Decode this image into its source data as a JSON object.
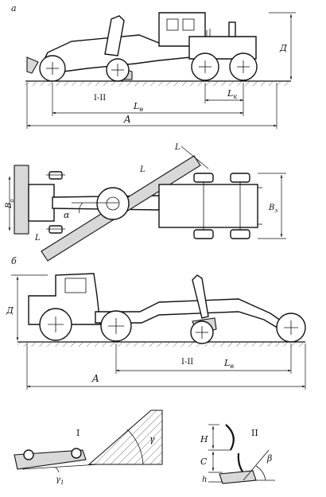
{
  "panel_labels": {
    "a": "а",
    "b": "б"
  },
  "fig_a": {
    "label_track": "I-II",
    "label_Lb": "L",
    "label_Lb_sub": "в",
    "label_Lk": "L",
    "label_Lk_sub": "к",
    "label_A": "A",
    "label_H": "Д"
  },
  "fig_b": {
    "label_L_top": "L",
    "label_L_mid": "L",
    "label_L_left": "L",
    "label_alpha": "α",
    "label_Bo": "B",
    "label_Bo_sub": "о",
    "label_Bz": "B",
    "label_Bz_sub": "з"
  },
  "fig_c": {
    "label_track": "I-II",
    "label_Lb": "L",
    "label_Lb_sub": "в",
    "label_A": "A",
    "label_H": "Д"
  },
  "detail_I": {
    "title": "I",
    "label_gamma": "γ",
    "label_gamma1": "γ",
    "label_gamma1_sub": "1"
  },
  "detail_II": {
    "title": "II",
    "label_H": "H",
    "label_C": "C",
    "label_h": "h",
    "label_beta": "β"
  }
}
